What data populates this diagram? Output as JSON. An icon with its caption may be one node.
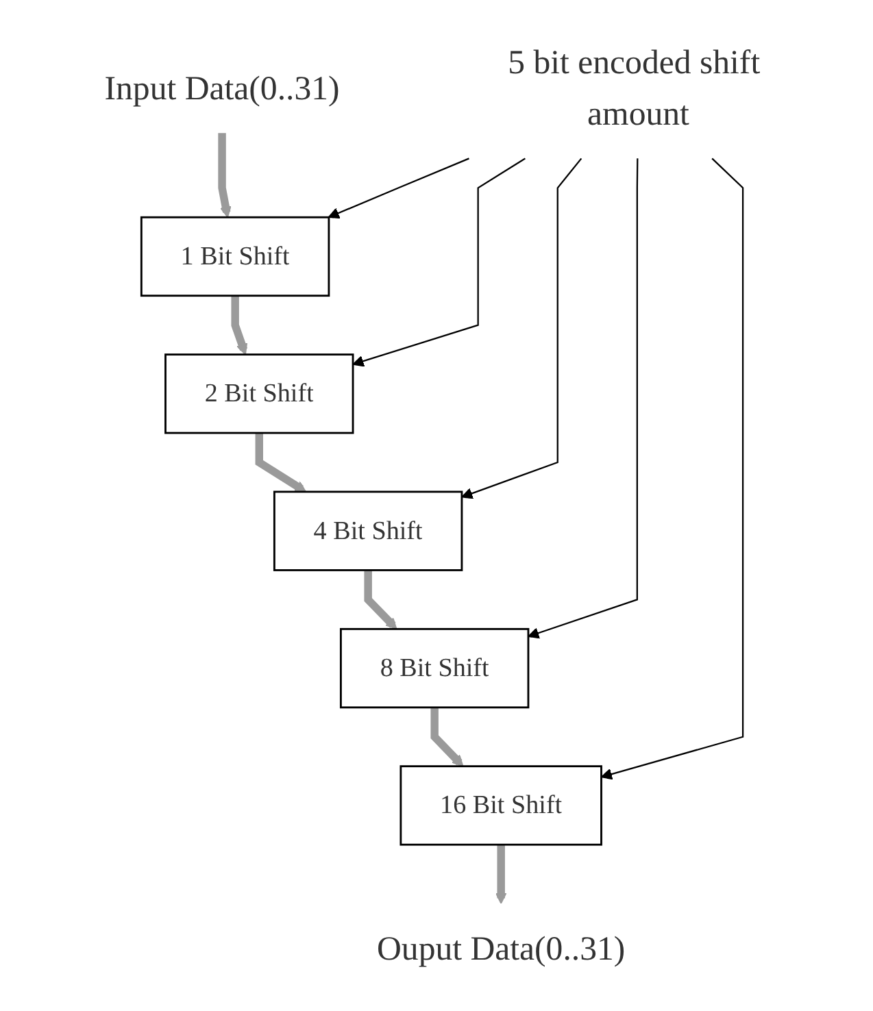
{
  "diagram": {
    "nodes": [
      {
        "text": [
          "Input Data(0..31)"
        ]
      },
      {
        "text": [
          "1 Bit Shift"
        ]
      },
      {
        "text": [
          "2 Bit Shift"
        ]
      },
      {
        "text": [
          "4 Bit Shift"
        ]
      },
      {
        "text": [
          "8 Bit Shift"
        ]
      },
      {
        "text": [
          "16 Bit Shift"
        ]
      },
      {
        "text": [
          "Ouput Data(0..31)"
        ]
      },
      {
        "text": [
          "5 bit encoded shift amount"
        ]
      }
    ],
    "edges": [
      {
        "from": 0,
        "to": 1,
        "arrow": "to"
      },
      {
        "from": 1,
        "to": 2,
        "arrow": "to"
      },
      {
        "from": 2,
        "to": 3,
        "arrow": "to"
      },
      {
        "from": 3,
        "to": 4,
        "arrow": "to"
      },
      {
        "from": 4,
        "to": 5,
        "arrow": "to"
      },
      {
        "from": 5,
        "to": 6,
        "arrow": "to"
      },
      {
        "from": 7,
        "to": 1,
        "arrow": "to",
        "color": "#000000"
      },
      {
        "from": 7,
        "to": 2,
        "arrow": "to",
        "color": "#000000"
      },
      {
        "from": 7,
        "to": 3,
        "arrow": "to",
        "color": "#000000"
      },
      {
        "from": 7,
        "to": 4,
        "arrow": "to",
        "color": "#000000"
      },
      {
        "from": 7,
        "to": 5,
        "arrow": "to",
        "color": "#000000"
      }
    ]
  }
}
